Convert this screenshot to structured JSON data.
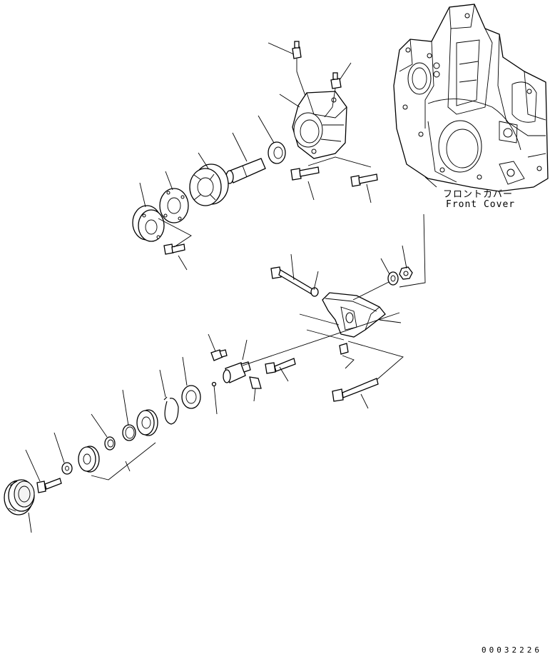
{
  "front_cover": {
    "label_jp": "フロントカバー",
    "label_en": "Front Cover"
  },
  "drawing_number": "00032226"
}
